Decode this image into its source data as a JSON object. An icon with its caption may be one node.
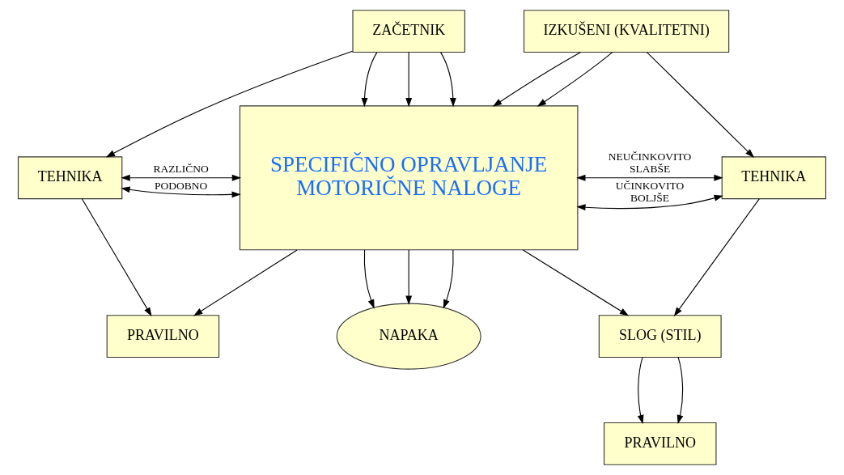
{
  "diagram": {
    "nodes": [
      {
        "text": [
          "ZAČETNIK"
        ]
      },
      {
        "text": [
          "TEHNIKA"
        ]
      },
      {
        "text": [
          "PRAVILNO"
        ]
      },
      {
        "text": [
          "SPECIFIČNO OPRAVLJANJE MOTORIČNE NALOGE"
        ]
      },
      {
        "text": [
          "NAPAKA"
        ]
      },
      {
        "text": [
          "IZKUŠENI (KVALITETNI)"
        ]
      },
      {
        "text": [
          "TEHNIKA"
        ]
      },
      {
        "text": [
          "SLOG (STIL)"
        ]
      },
      {
        "text": [
          "PRAVILNO"
        ]
      }
    ],
    "edges": [
      {
        "from": 0,
        "to": 3,
        "arrow": "to"
      },
      {
        "from": 0,
        "to": 3,
        "arrow": "to"
      },
      {
        "from": 0,
        "to": 3,
        "arrow": "to"
      },
      {
        "from": 5,
        "to": 3,
        "arrow": "to"
      },
      {
        "from": 5,
        "to": 3,
        "arrow": "to"
      },
      {
        "from": 0,
        "to": 1,
        "arrow": "to"
      },
      {
        "from": 1,
        "to": 2,
        "arrow": "to"
      },
      {
        "from": 1,
        "to": 3,
        "arrow": "both",
        "label": "PODOBNO"
      },
      {
        "from": 1,
        "to": 3,
        "arrow": "both",
        "label": "RAZLIČNO"
      },
      {
        "from": 3,
        "to": 2,
        "arrow": "to"
      },
      {
        "from": 3,
        "to": 4,
        "arrow": "to"
      },
      {
        "from": 3,
        "to": 4,
        "arrow": "to"
      },
      {
        "from": 3,
        "to": 4,
        "arrow": "to"
      },
      {
        "from": 3,
        "to": 6,
        "arrow": "both",
        "label": "UČINKOVITO BOLJŠE"
      },
      {
        "from": 3,
        "to": 6,
        "arrow": "both",
        "label": "NEUČINKOVITO SLABŠE"
      },
      {
        "from": 3,
        "to": 7,
        "arrow": "to"
      },
      {
        "from": 5,
        "to": 6,
        "arrow": "to"
      },
      {
        "from": 6,
        "to": 7,
        "arrow": "to"
      },
      {
        "from": 7,
        "to": 8,
        "arrow": "to"
      },
      {
        "from": 7,
        "to": 8,
        "arrow": "to"
      }
    ]
  }
}
